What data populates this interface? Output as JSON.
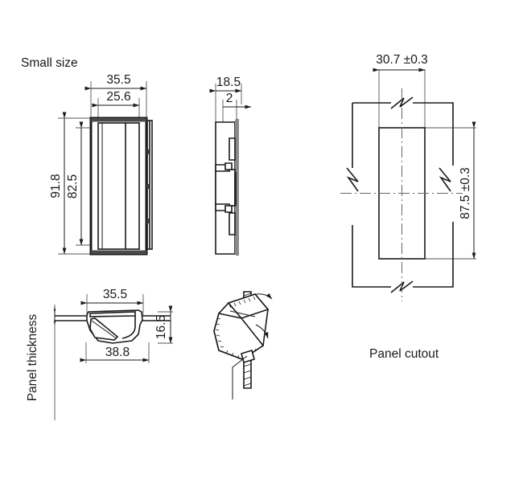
{
  "drawing": {
    "title_label": "Small size",
    "panel_thickness_label": "Panel thickness",
    "panel_cutout_label": "Panel cutout",
    "colors": {
      "line": "#1a1a1a",
      "extension_line": "#555555",
      "center_line": "#666666",
      "background": "#ffffff",
      "shade_dark": "#3a3a3a",
      "shade_grey": "#8a8a8a"
    },
    "views": {
      "front": {
        "name": "front-view",
        "dimensions": {
          "overall_width": "35.5",
          "inner_width": "25.6",
          "overall_height": "91.8",
          "inner_height": "82.5"
        }
      },
      "side": {
        "name": "side-view",
        "dimensions": {
          "depth": "18.5",
          "flange_thickness": "2"
        }
      },
      "section": {
        "name": "section-view",
        "dimensions": {
          "top_width": "35.5",
          "height": "16.5",
          "bottom_width": "38.8"
        }
      },
      "isometric": {
        "name": "isometric-view"
      },
      "cutout": {
        "name": "panel-cutout-view",
        "dimensions": {
          "width": "30.7 ±0.3",
          "height": "87.5 ±0.3"
        }
      }
    }
  }
}
